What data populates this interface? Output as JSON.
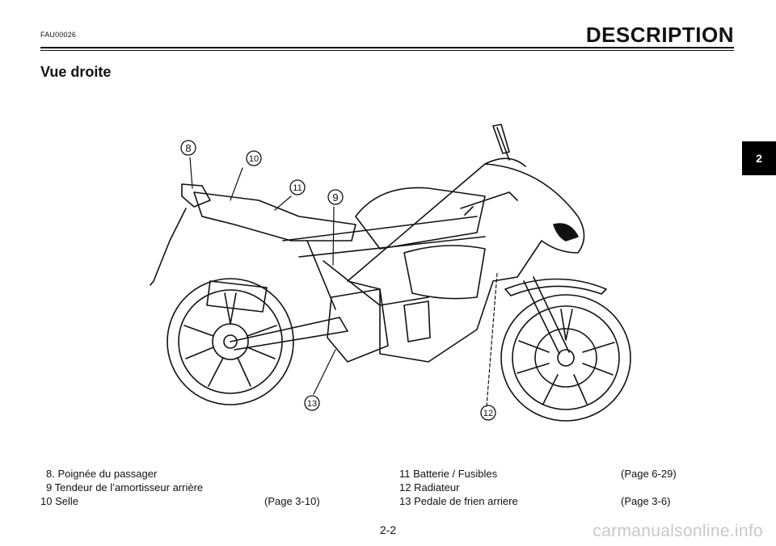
{
  "header": {
    "code": "FAU00026",
    "title": "DESCRIPTION"
  },
  "subtitle": "Vue droite",
  "chapter_tab": "2",
  "callouts": [
    "8",
    "10",
    "11",
    "9",
    "13",
    "12"
  ],
  "legend": {
    "left": [
      {
        "label": "8. Poignée du passager",
        "page": ""
      },
      {
        "label": "9 Tendeur de l’amortisseur arrière",
        "page": ""
      },
      {
        "label": "10 Selle",
        "page": "(Page 3-10)"
      }
    ],
    "right": [
      {
        "label": "11 Batterie / Fusibles",
        "page": "(Page 6-29)"
      },
      {
        "label": "12 Radiateur",
        "page": ""
      },
      {
        "label": "13 Pedale de frien arriere",
        "page": "(Page 3-6)"
      }
    ]
  },
  "footer": {
    "page_number": "2-2",
    "watermark": "carmanualsonline.info"
  }
}
